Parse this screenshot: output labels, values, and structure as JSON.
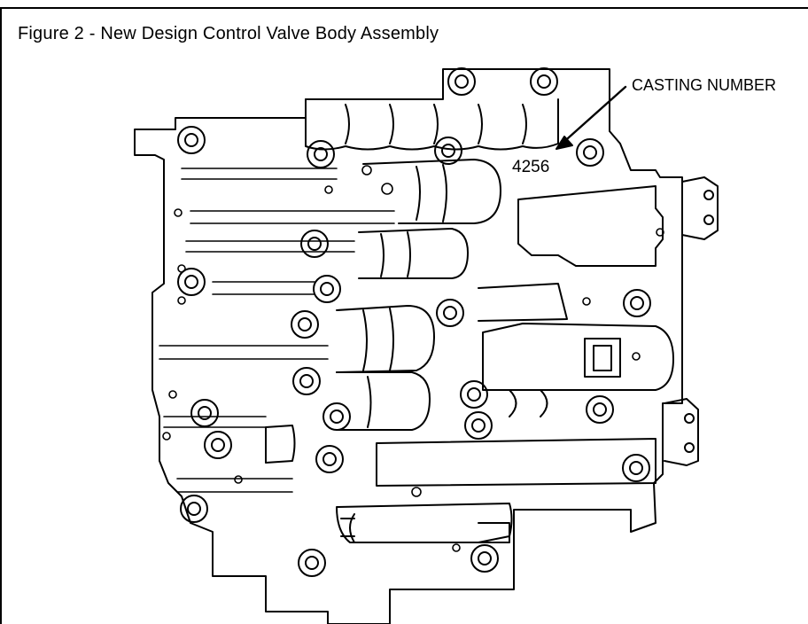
{
  "figure": {
    "title": "Figure 2 - New Design Control Valve Body Assembly"
  },
  "callout": {
    "label": "CASTING NUMBER",
    "number": "4256"
  }
}
